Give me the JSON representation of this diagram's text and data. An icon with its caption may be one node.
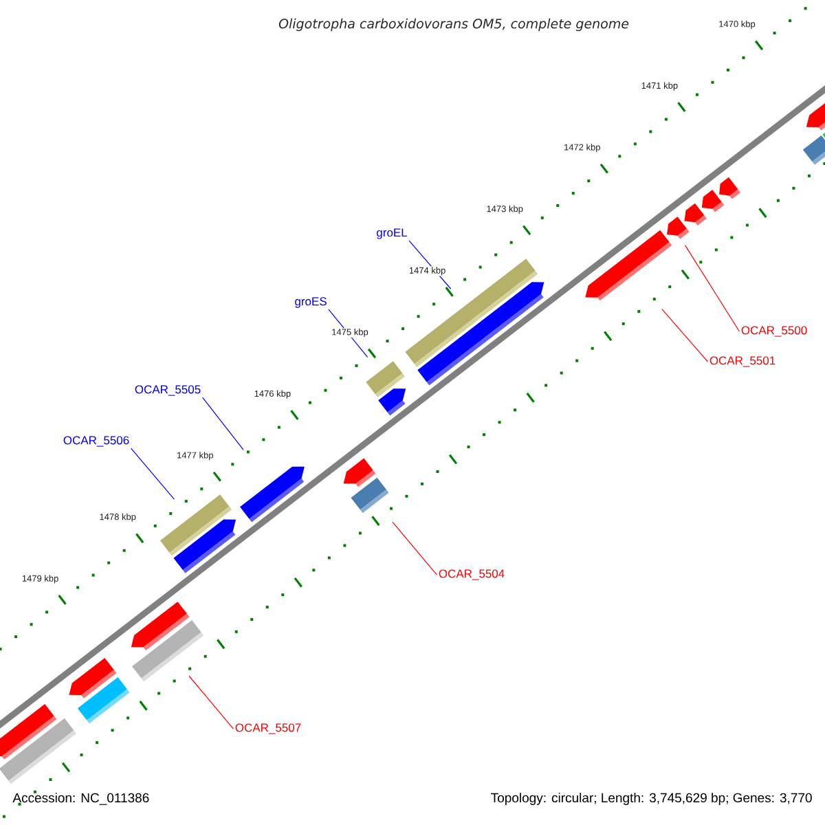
{
  "diagram": {
    "title": "Oligotropha carboxidovorans OM5, complete genome",
    "nodes": [
      {
        "text": [
          "groEL"
        ]
      },
      {
        "text": [
          "groES"
        ]
      },
      {
        "text": [
          "OCAR_5500"
        ]
      },
      {
        "text": [
          "OCAR_5501"
        ]
      },
      {
        "text": [
          "OCAR_5505"
        ]
      },
      {
        "text": [
          "OCAR_5506"
        ]
      },
      {
        "text": [
          "OCAR_5504"
        ]
      },
      {
        "text": [
          "OCAR_5507"
        ]
      },
      {
        "text": [],
        "shape": "bar"
      },
      {
        "text": [],
        "shape": "bar"
      },
      {
        "text": [],
        "shape": "bar"
      },
      {
        "text": [],
        "shape": "bar"
      },
      {
        "text": [],
        "shape": "bar"
      },
      {
        "text": [],
        "shape": "bar"
      },
      {
        "text": [],
        "shape": "bar"
      },
      {
        "text": [],
        "shape": "bar"
      },
      {
        "text": [],
        "shape": "bar"
      },
      {
        "text": [],
        "shape": "bar"
      },
      {
        "text": [],
        "shape": "bar"
      },
      {
        "text": [],
        "shape": "bar"
      },
      {
        "text": [],
        "shape": "bar"
      },
      {
        "text": [],
        "shape": "bar"
      },
      {
        "text": [],
        "shape": "bar"
      },
      {
        "text": [],
        "shape": "bar"
      },
      {
        "text": [],
        "shape": "bar"
      },
      {
        "text": [],
        "shape": "bar"
      },
      {
        "text": [],
        "shape": "bar"
      },
      {
        "text": [],
        "shape": "bar"
      },
      {
        "text": [],
        "shape": "bar"
      },
      {
        "text": [],
        "shape": "bar"
      },
      {
        "text": [],
        "shape": "bar"
      }
    ],
    "edges": [
      {
        "from": 0,
        "to": 16,
        "arrow": "none"
      },
      {
        "from": 1,
        "to": 18,
        "arrow": "none"
      },
      {
        "from": 2,
        "to": 14,
        "arrow": "none",
        "color": "#ff0000"
      },
      {
        "from": 3,
        "to": 15,
        "arrow": "none",
        "color": "#ff0000"
      },
      {
        "from": 4,
        "to": 21,
        "arrow": "none"
      },
      {
        "from": 5,
        "to": 23,
        "arrow": "none"
      },
      {
        "from": 6,
        "to": 22,
        "arrow": "none",
        "color": "#ff0000"
      },
      {
        "from": 7,
        "to": 26,
        "arrow": "none",
        "color": "#ff0000"
      }
    ],
    "labels": [
      "1470 kbp",
      "1471 kbp",
      "1472 kbp",
      "1473 kbp",
      "1474 kbp",
      "1475 kbp",
      "1476 kbp",
      "1477 kbp",
      "1478 kbp",
      "1479 kbp",
      "Accession: NC_011386",
      "Topology: circular; Length: 3,745,629 bp; Genes: 3,770"
    ]
  }
}
